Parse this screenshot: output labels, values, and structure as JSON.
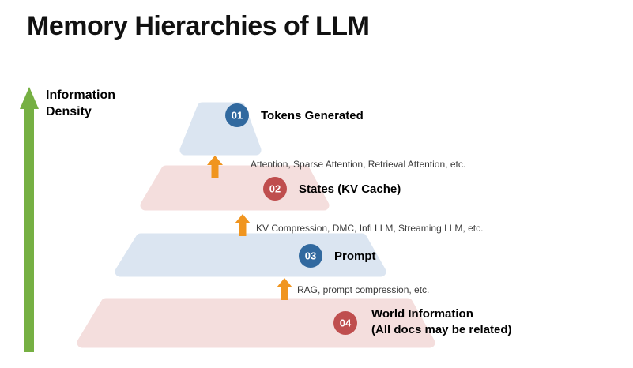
{
  "slide": {
    "title": "Memory Hierarchies of LLM"
  },
  "axis": {
    "label_line1": "Information",
    "label_line2": "Density"
  },
  "layers": [
    {
      "num": "01",
      "label": "Tokens Generated"
    },
    {
      "num": "02",
      "label": "States (KV Cache)"
    },
    {
      "num": "03",
      "label": "Prompt"
    },
    {
      "num": "04",
      "label": "World Information",
      "label_line2": "(All docs may be related)"
    }
  ],
  "transitions": [
    {
      "text": "Attention, Sparse Attention, Retrieval Attention, etc."
    },
    {
      "text": "KV Compression, DMC, Infi LLM, Streaming LLM, etc."
    },
    {
      "text": "RAG, prompt compression, etc."
    }
  ],
  "colors": {
    "layer_blue": "#dbe5f1",
    "layer_pink": "#f4dedd",
    "badge_blue": "#31699f",
    "badge_red": "#bf4e4e",
    "arrow_orange": "#f0951f",
    "axis_green": "#76b043",
    "annotation_text": "#3a3a3a",
    "title_text": "#111111"
  }
}
